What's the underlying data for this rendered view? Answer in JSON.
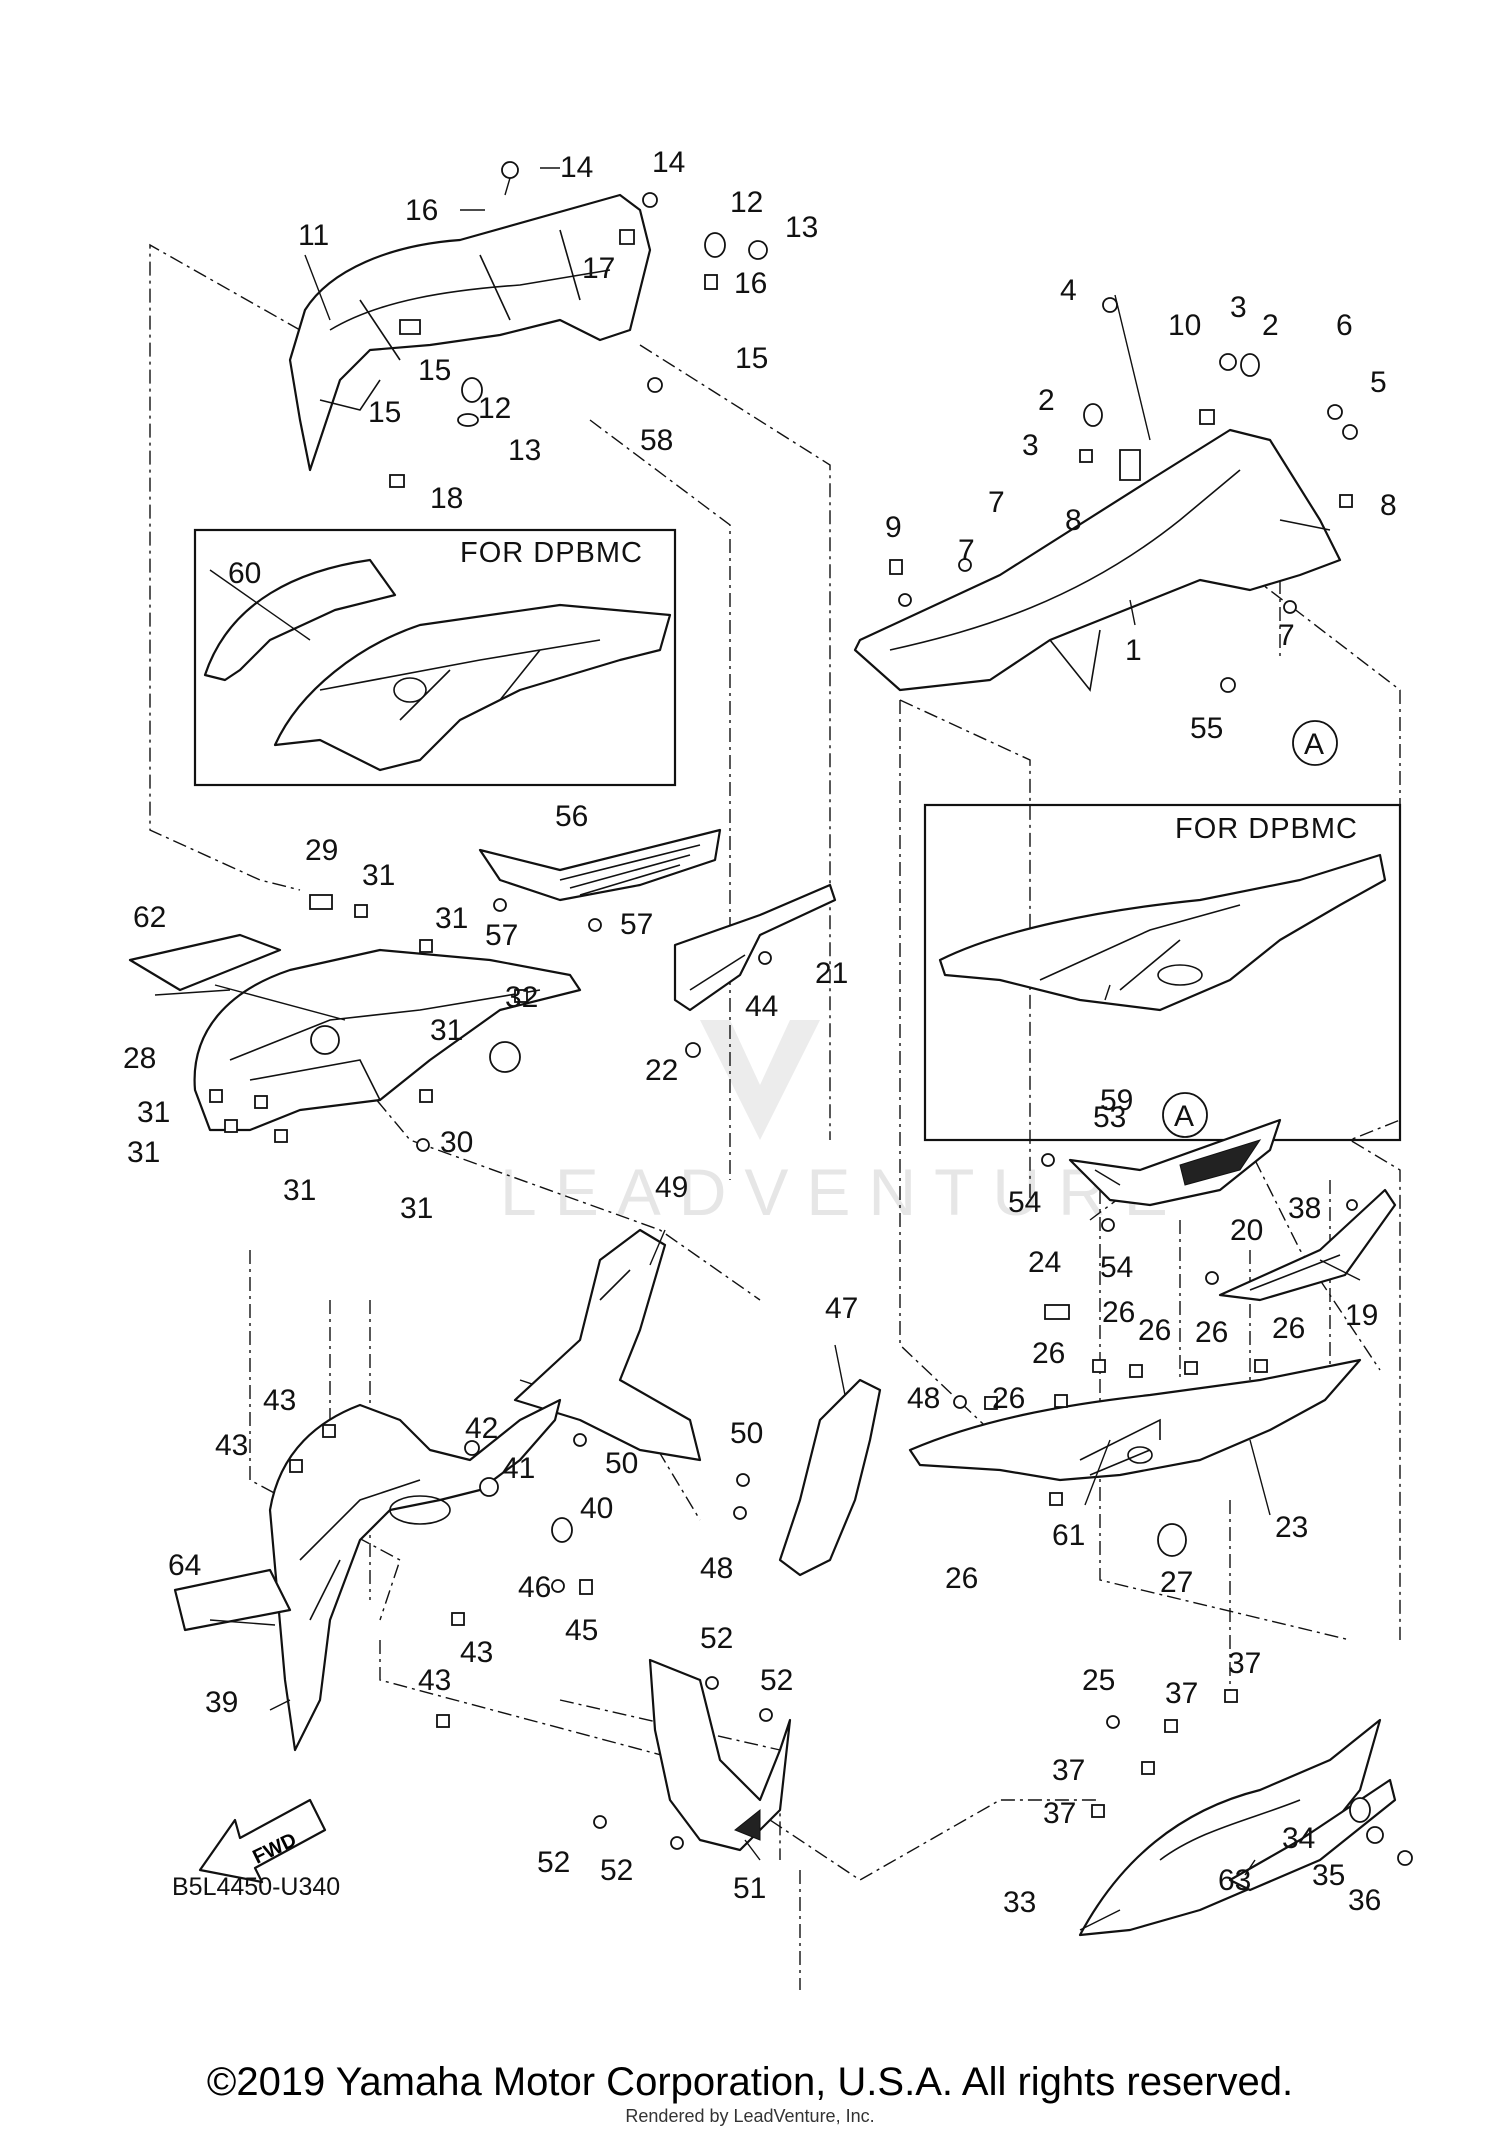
{
  "panels": [
    {
      "title": "FOR DPBMC"
    },
    {
      "title": "FOR DPBMC"
    }
  ],
  "figure_code": "B5L4450-U340",
  "direction_label": "FWD",
  "reference_marker": "A",
  "watermark_text": "LEADVENTURE",
  "copyright": "©2019 Yamaha Motor Corporation, U.S.A. All rights reserved.",
  "rendered_by": "Rendered by LeadVenture, Inc.",
  "callouts": [
    "14",
    "14",
    "16",
    "11",
    "17",
    "12",
    "13",
    "16",
    "15",
    "15",
    "15",
    "12",
    "13",
    "58",
    "18",
    "4",
    "3",
    "2",
    "10",
    "6",
    "5",
    "2",
    "3",
    "8",
    "8",
    "9",
    "7",
    "7",
    "1",
    "7",
    "55",
    "60",
    "56",
    "29",
    "31",
    "62",
    "31",
    "57",
    "57",
    "21",
    "44",
    "28",
    "31",
    "32",
    "22",
    "31",
    "31",
    "31",
    "30",
    "31",
    "59",
    "53",
    "54",
    "38",
    "20",
    "54",
    "19",
    "24",
    "26",
    "26",
    "26",
    "26",
    "26",
    "49",
    "47",
    "50",
    "42",
    "41",
    "43",
    "43",
    "40",
    "64",
    "46",
    "45",
    "43",
    "50",
    "48",
    "48",
    "26",
    "26",
    "61",
    "23",
    "27",
    "39",
    "43",
    "52",
    "52",
    "25",
    "37",
    "37",
    "37",
    "37",
    "52",
    "52",
    "51",
    "34",
    "35",
    "33",
    "63",
    "36"
  ],
  "colors": {
    "line": "#111111",
    "background": "#ffffff"
  }
}
